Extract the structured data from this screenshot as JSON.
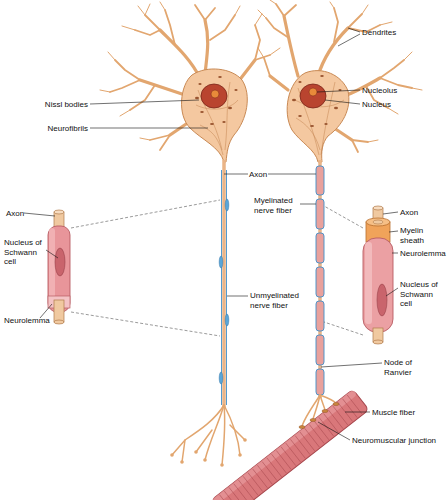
{
  "diagram": {
    "labels": [
      "Dendrites",
      "Nucleolus",
      "Nucleus",
      "Nissl bodies",
      "Neurofibrils",
      "Axon",
      "Myelinated nerve fiber",
      "Axon",
      "Axon",
      "Myelin sheath",
      "Nucleus of Schwann cell",
      "Neurolemma",
      "Unmyelinated nerve fiber",
      "Neurolemma",
      "Nucleus of Schwann cell",
      "Node of Ranvier",
      "Muscle fiber",
      "Neuromuscular junction"
    ]
  }
}
